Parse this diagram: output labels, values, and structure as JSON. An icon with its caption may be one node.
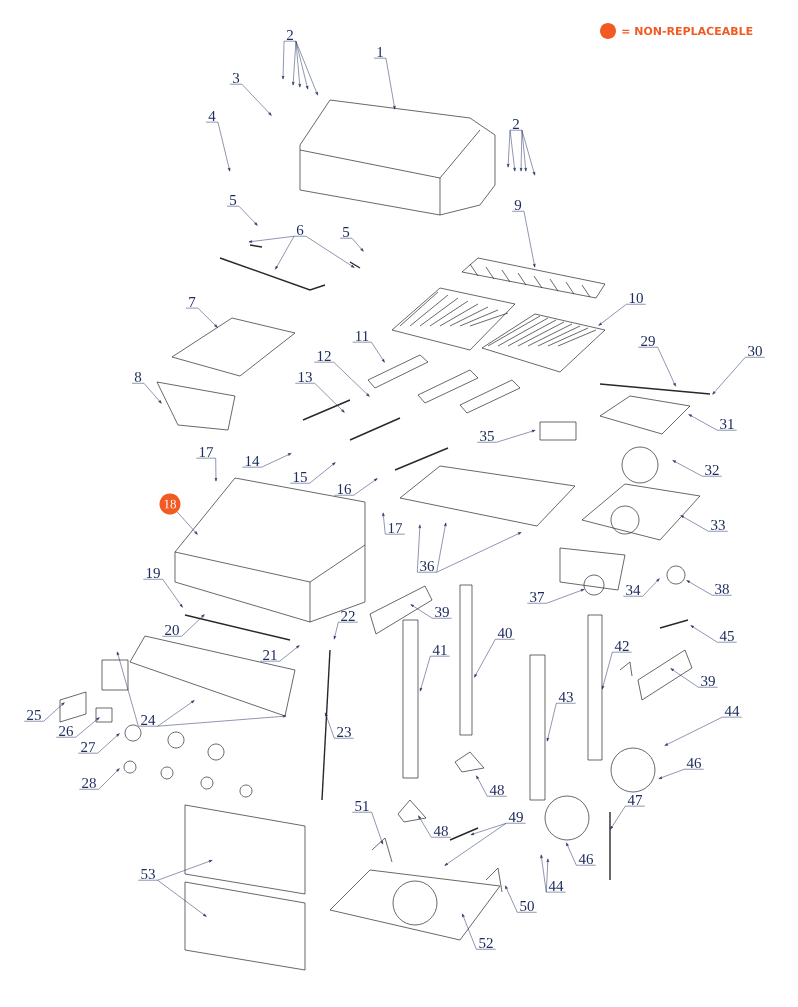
{
  "diagram": {
    "nodes": [
      {
        "text": [
          "2"
        ]
      },
      {
        "text": [
          "1"
        ]
      },
      {
        "text": [
          "3"
        ]
      },
      {
        "text": [
          "4"
        ]
      },
      {
        "text": [
          "2"
        ]
      },
      {
        "text": [
          "9"
        ]
      },
      {
        "text": [
          "5"
        ]
      },
      {
        "text": [
          "6"
        ]
      },
      {
        "text": [
          "5"
        ]
      },
      {
        "text": [
          "7"
        ]
      },
      {
        "text": [
          "10"
        ]
      },
      {
        "text": [
          "8"
        ]
      },
      {
        "text": [
          "11"
        ]
      },
      {
        "text": [
          "12"
        ]
      },
      {
        "text": [
          "29"
        ]
      },
      {
        "text": [
          "30"
        ]
      },
      {
        "text": [
          "13"
        ]
      },
      {
        "text": [
          "31"
        ]
      },
      {
        "text": [
          "35"
        ]
      },
      {
        "text": [
          "17"
        ]
      },
      {
        "text": [
          "14"
        ]
      },
      {
        "text": [
          "15"
        ]
      },
      {
        "text": [
          "16"
        ]
      },
      {
        "text": [
          "32"
        ]
      },
      {
        "text": [
          "18"
        ]
      },
      {
        "text": [
          "17"
        ]
      },
      {
        "text": [
          "33"
        ]
      },
      {
        "text": [
          "36"
        ]
      },
      {
        "text": [
          "19"
        ]
      },
      {
        "text": [
          "37"
        ]
      },
      {
        "text": [
          "34"
        ]
      },
      {
        "text": [
          "38"
        ]
      },
      {
        "text": [
          "39"
        ]
      },
      {
        "text": [
          "20"
        ]
      },
      {
        "text": [
          "22"
        ]
      },
      {
        "text": [
          "40"
        ]
      },
      {
        "text": [
          "21"
        ]
      },
      {
        "text": [
          "41"
        ]
      },
      {
        "text": [
          "42"
        ]
      },
      {
        "text": [
          "45"
        ]
      },
      {
        "text": [
          "39"
        ]
      },
      {
        "text": [
          "25"
        ]
      },
      {
        "text": [
          "24"
        ]
      },
      {
        "text": [
          "26"
        ]
      },
      {
        "text": [
          "23"
        ]
      },
      {
        "text": [
          "43"
        ]
      },
      {
        "text": [
          "44"
        ]
      },
      {
        "text": [
          "27"
        ]
      },
      {
        "text": [
          "46"
        ]
      },
      {
        "text": [
          "28"
        ]
      },
      {
        "text": [
          "48"
        ]
      },
      {
        "text": [
          "47"
        ]
      },
      {
        "text": [
          "51"
        ]
      },
      {
        "text": [
          "49"
        ]
      },
      {
        "text": [
          "48"
        ]
      },
      {
        "text": [
          "46"
        ]
      },
      {
        "text": [
          "53"
        ]
      },
      {
        "text": [
          "44"
        ]
      },
      {
        "text": [
          "50"
        ]
      },
      {
        "text": [
          "52"
        ]
      }
    ],
    "edges": [
      {
        "from": 0,
        "to": null,
        "arrow": "to"
      },
      {
        "from": 0,
        "to": null,
        "arrow": "to"
      },
      {
        "from": 0,
        "to": null,
        "arrow": "to"
      },
      {
        "from": 0,
        "to": null,
        "arrow": "to"
      },
      {
        "from": 0,
        "to": null,
        "arrow": "to"
      },
      {
        "from": 1,
        "to": null,
        "arrow": "to"
      },
      {
        "from": 2,
        "to": null,
        "arrow": "to"
      },
      {
        "from": 3,
        "to": null,
        "arrow": "to"
      },
      {
        "from": 4,
        "to": null,
        "arrow": "to"
      },
      {
        "from": 4,
        "to": null,
        "arrow": "to"
      },
      {
        "from": 4,
        "to": null,
        "arrow": "to"
      },
      {
        "from": 4,
        "to": null,
        "arrow": "to"
      },
      {
        "from": 4,
        "to": null,
        "arrow": "to"
      },
      {
        "from": 5,
        "to": null,
        "arrow": "to"
      },
      {
        "from": 6,
        "to": null,
        "arrow": "to"
      },
      {
        "from": 7,
        "to": null,
        "arrow": "to"
      },
      {
        "from": 7,
        "to": null,
        "arrow": "to"
      },
      {
        "from": 7,
        "to": null,
        "arrow": "to"
      },
      {
        "from": 8,
        "to": null,
        "arrow": "to"
      },
      {
        "from": 9,
        "to": null,
        "arrow": "to"
      },
      {
        "from": 10,
        "to": null,
        "arrow": "to"
      },
      {
        "from": 11,
        "to": null,
        "arrow": "to"
      },
      {
        "from": 12,
        "to": null,
        "arrow": "to"
      },
      {
        "from": 13,
        "to": null,
        "arrow": "to"
      },
      {
        "from": 14,
        "to": null,
        "arrow": "to"
      },
      {
        "from": 15,
        "to": null,
        "arrow": "to"
      },
      {
        "from": 16,
        "to": null,
        "arrow": "to"
      },
      {
        "from": 17,
        "to": null,
        "arrow": "to"
      },
      {
        "from": 18,
        "to": null,
        "arrow": "to"
      },
      {
        "from": 19,
        "to": null,
        "arrow": "to"
      },
      {
        "from": 20,
        "to": null,
        "arrow": "to"
      },
      {
        "from": 21,
        "to": null,
        "arrow": "to"
      },
      {
        "from": 22,
        "to": null,
        "arrow": "to"
      },
      {
        "from": 23,
        "to": null,
        "arrow": "to"
      },
      {
        "from": 24,
        "to": null,
        "arrow": "to"
      },
      {
        "from": 25,
        "to": null,
        "arrow": "to"
      },
      {
        "from": 26,
        "to": null,
        "arrow": "to"
      },
      {
        "from": 27,
        "to": null,
        "arrow": "to"
      },
      {
        "from": 27,
        "to": null,
        "arrow": "to"
      },
      {
        "from": 27,
        "to": null,
        "arrow": "to"
      },
      {
        "from": 28,
        "to": null,
        "arrow": "to"
      },
      {
        "from": 29,
        "to": null,
        "arrow": "to"
      },
      {
        "from": 30,
        "to": null,
        "arrow": "to"
      },
      {
        "from": 31,
        "to": null,
        "arrow": "to"
      },
      {
        "from": 32,
        "to": null,
        "arrow": "to"
      },
      {
        "from": 33,
        "to": null,
        "arrow": "to"
      },
      {
        "from": 34,
        "to": null,
        "arrow": "to"
      },
      {
        "from": 35,
        "to": null,
        "arrow": "to"
      },
      {
        "from": 36,
        "to": null,
        "arrow": "to"
      },
      {
        "from": 37,
        "to": null,
        "arrow": "to"
      },
      {
        "from": 38,
        "to": null,
        "arrow": "to"
      },
      {
        "from": 39,
        "to": null,
        "arrow": "to"
      },
      {
        "from": 40,
        "to": null,
        "arrow": "to"
      },
      {
        "from": 41,
        "to": null,
        "arrow": "to"
      },
      {
        "from": 42,
        "to": null,
        "arrow": "to"
      },
      {
        "from": 42,
        "to": null,
        "arrow": "to"
      },
      {
        "from": 42,
        "to": null,
        "arrow": "to"
      },
      {
        "from": 43,
        "to": null,
        "arrow": "to"
      },
      {
        "from": 44,
        "to": null,
        "arrow": "to"
      },
      {
        "from": 45,
        "to": null,
        "arrow": "to"
      },
      {
        "from": 46,
        "to": null,
        "arrow": "to"
      },
      {
        "from": 47,
        "to": null,
        "arrow": "to"
      },
      {
        "from": 48,
        "to": null,
        "arrow": "to"
      },
      {
        "from": 49,
        "to": null,
        "arrow": "to"
      },
      {
        "from": 50,
        "to": null,
        "arrow": "to"
      },
      {
        "from": 51,
        "to": null,
        "arrow": "to"
      },
      {
        "from": 52,
        "to": null,
        "arrow": "to"
      },
      {
        "from": 53,
        "to": null,
        "arrow": "to"
      },
      {
        "from": 53,
        "to": null,
        "arrow": "to"
      },
      {
        "from": 54,
        "to": null,
        "arrow": "to"
      },
      {
        "from": 55,
        "to": null,
        "arrow": "to"
      },
      {
        "from": 56,
        "to": null,
        "arrow": "to"
      },
      {
        "from": 56,
        "to": null,
        "arrow": "to"
      },
      {
        "from": 57,
        "to": null,
        "arrow": "to"
      },
      {
        "from": 57,
        "to": null,
        "arrow": "to"
      },
      {
        "from": 58,
        "to": null,
        "arrow": "to"
      },
      {
        "from": 59,
        "to": null,
        "arrow": "to"
      }
    ],
    "legend": [
      {
        "text": "= NON-REPLACEABLE",
        "color": "#f15a22"
      }
    ]
  }
}
